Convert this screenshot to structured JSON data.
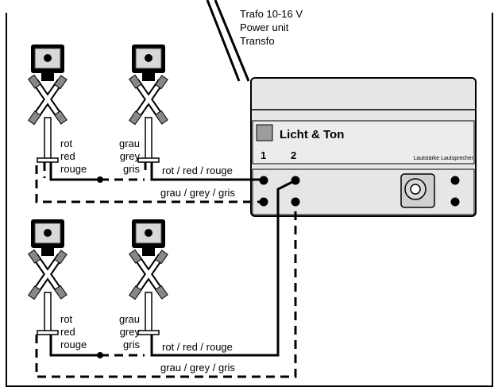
{
  "power": {
    "line1": "Trafo 10-16 V",
    "line2": "Power unit",
    "line3": "Transfo"
  },
  "module": {
    "name": "Licht & Ton",
    "terminal_1": "1",
    "terminal_2": "2",
    "volume_label": "Lautstärke Lautsprecher"
  },
  "wires": {
    "top_red": "rot / red / rouge",
    "top_grey": "grau / grey / gris",
    "bottom_red": "rot / red / rouge",
    "bottom_grey": "grau / grey / gris"
  },
  "signals": {
    "top_left": [
      "rot",
      "red",
      "rouge"
    ],
    "top_right": [
      "grau",
      "grey",
      "gris"
    ],
    "bottom_left": [
      "rot",
      "red",
      "rouge"
    ],
    "bottom_right": [
      "grau",
      "grey",
      "gris"
    ]
  }
}
